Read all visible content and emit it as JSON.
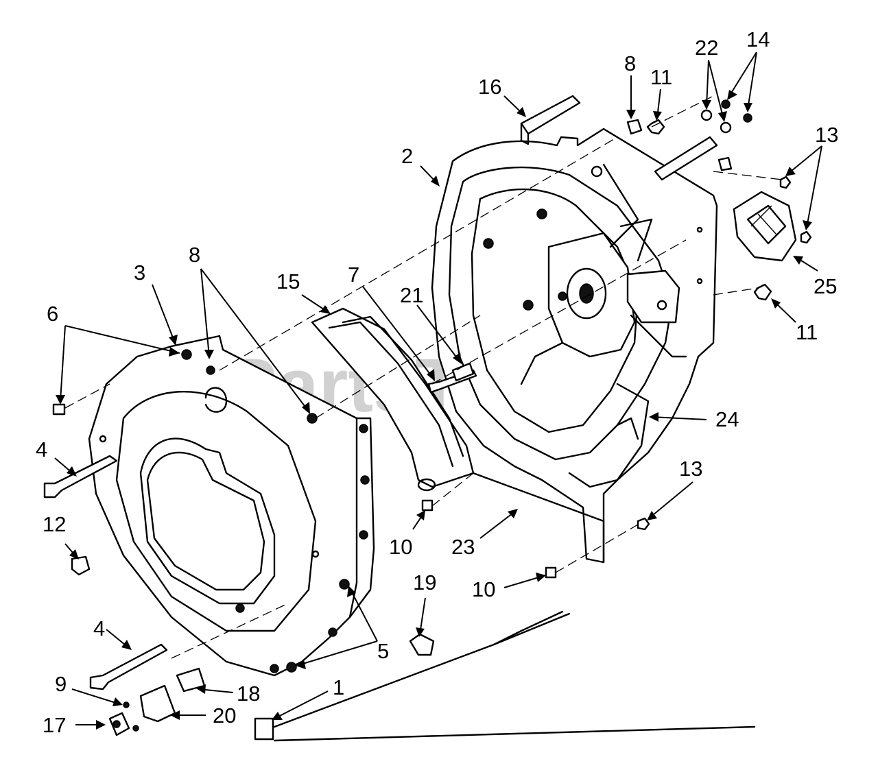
{
  "watermark": "PartsTree",
  "callouts": {
    "c1": "1",
    "c2": "2",
    "c3": "3",
    "c4a": "4",
    "c4b": "4",
    "c5": "5",
    "c6": "6",
    "c7": "7",
    "c8a": "8",
    "c8b": "8",
    "c9": "9",
    "c10a": "10",
    "c10b": "10",
    "c11a": "11",
    "c11b": "11",
    "c12": "12",
    "c13a": "13",
    "c13b": "13",
    "c14": "14",
    "c15": "15",
    "c16": "16",
    "c17": "17",
    "c18": "18",
    "c19": "19",
    "c20": "20",
    "c21": "21",
    "c22": "22",
    "c23": "23",
    "c24": "24",
    "c25": "25"
  }
}
